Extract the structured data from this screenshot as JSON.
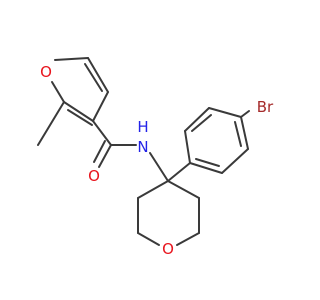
{
  "atoms": {
    "furan_o": {
      "text": "O",
      "color": "#e8141d"
    },
    "carbonyl_o": {
      "text": "O",
      "color": "#e8141d"
    },
    "amide_n": {
      "text": "N",
      "color": "#2323e8"
    },
    "amide_h": {
      "text": "H",
      "color": "#2323e8"
    },
    "ring_o": {
      "text": "O",
      "color": "#e8141d"
    },
    "bromine": {
      "text": "Br",
      "color": "#a52a2a"
    }
  },
  "colors": {
    "bond": "#3a3a3a",
    "background": "#ffffff"
  }
}
